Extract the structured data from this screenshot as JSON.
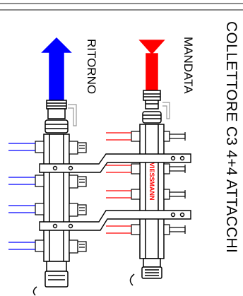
{
  "title": "COLLETTORE C3 4+4 ATTACCHI",
  "labels": {
    "supply": "MANDATA",
    "return": "RITORNO",
    "brand": "VIESSMANN"
  },
  "colors": {
    "supply": "#ff0000",
    "return": "#0000ff",
    "line": "#000000",
    "rule": "#8a8a8a"
  }
}
